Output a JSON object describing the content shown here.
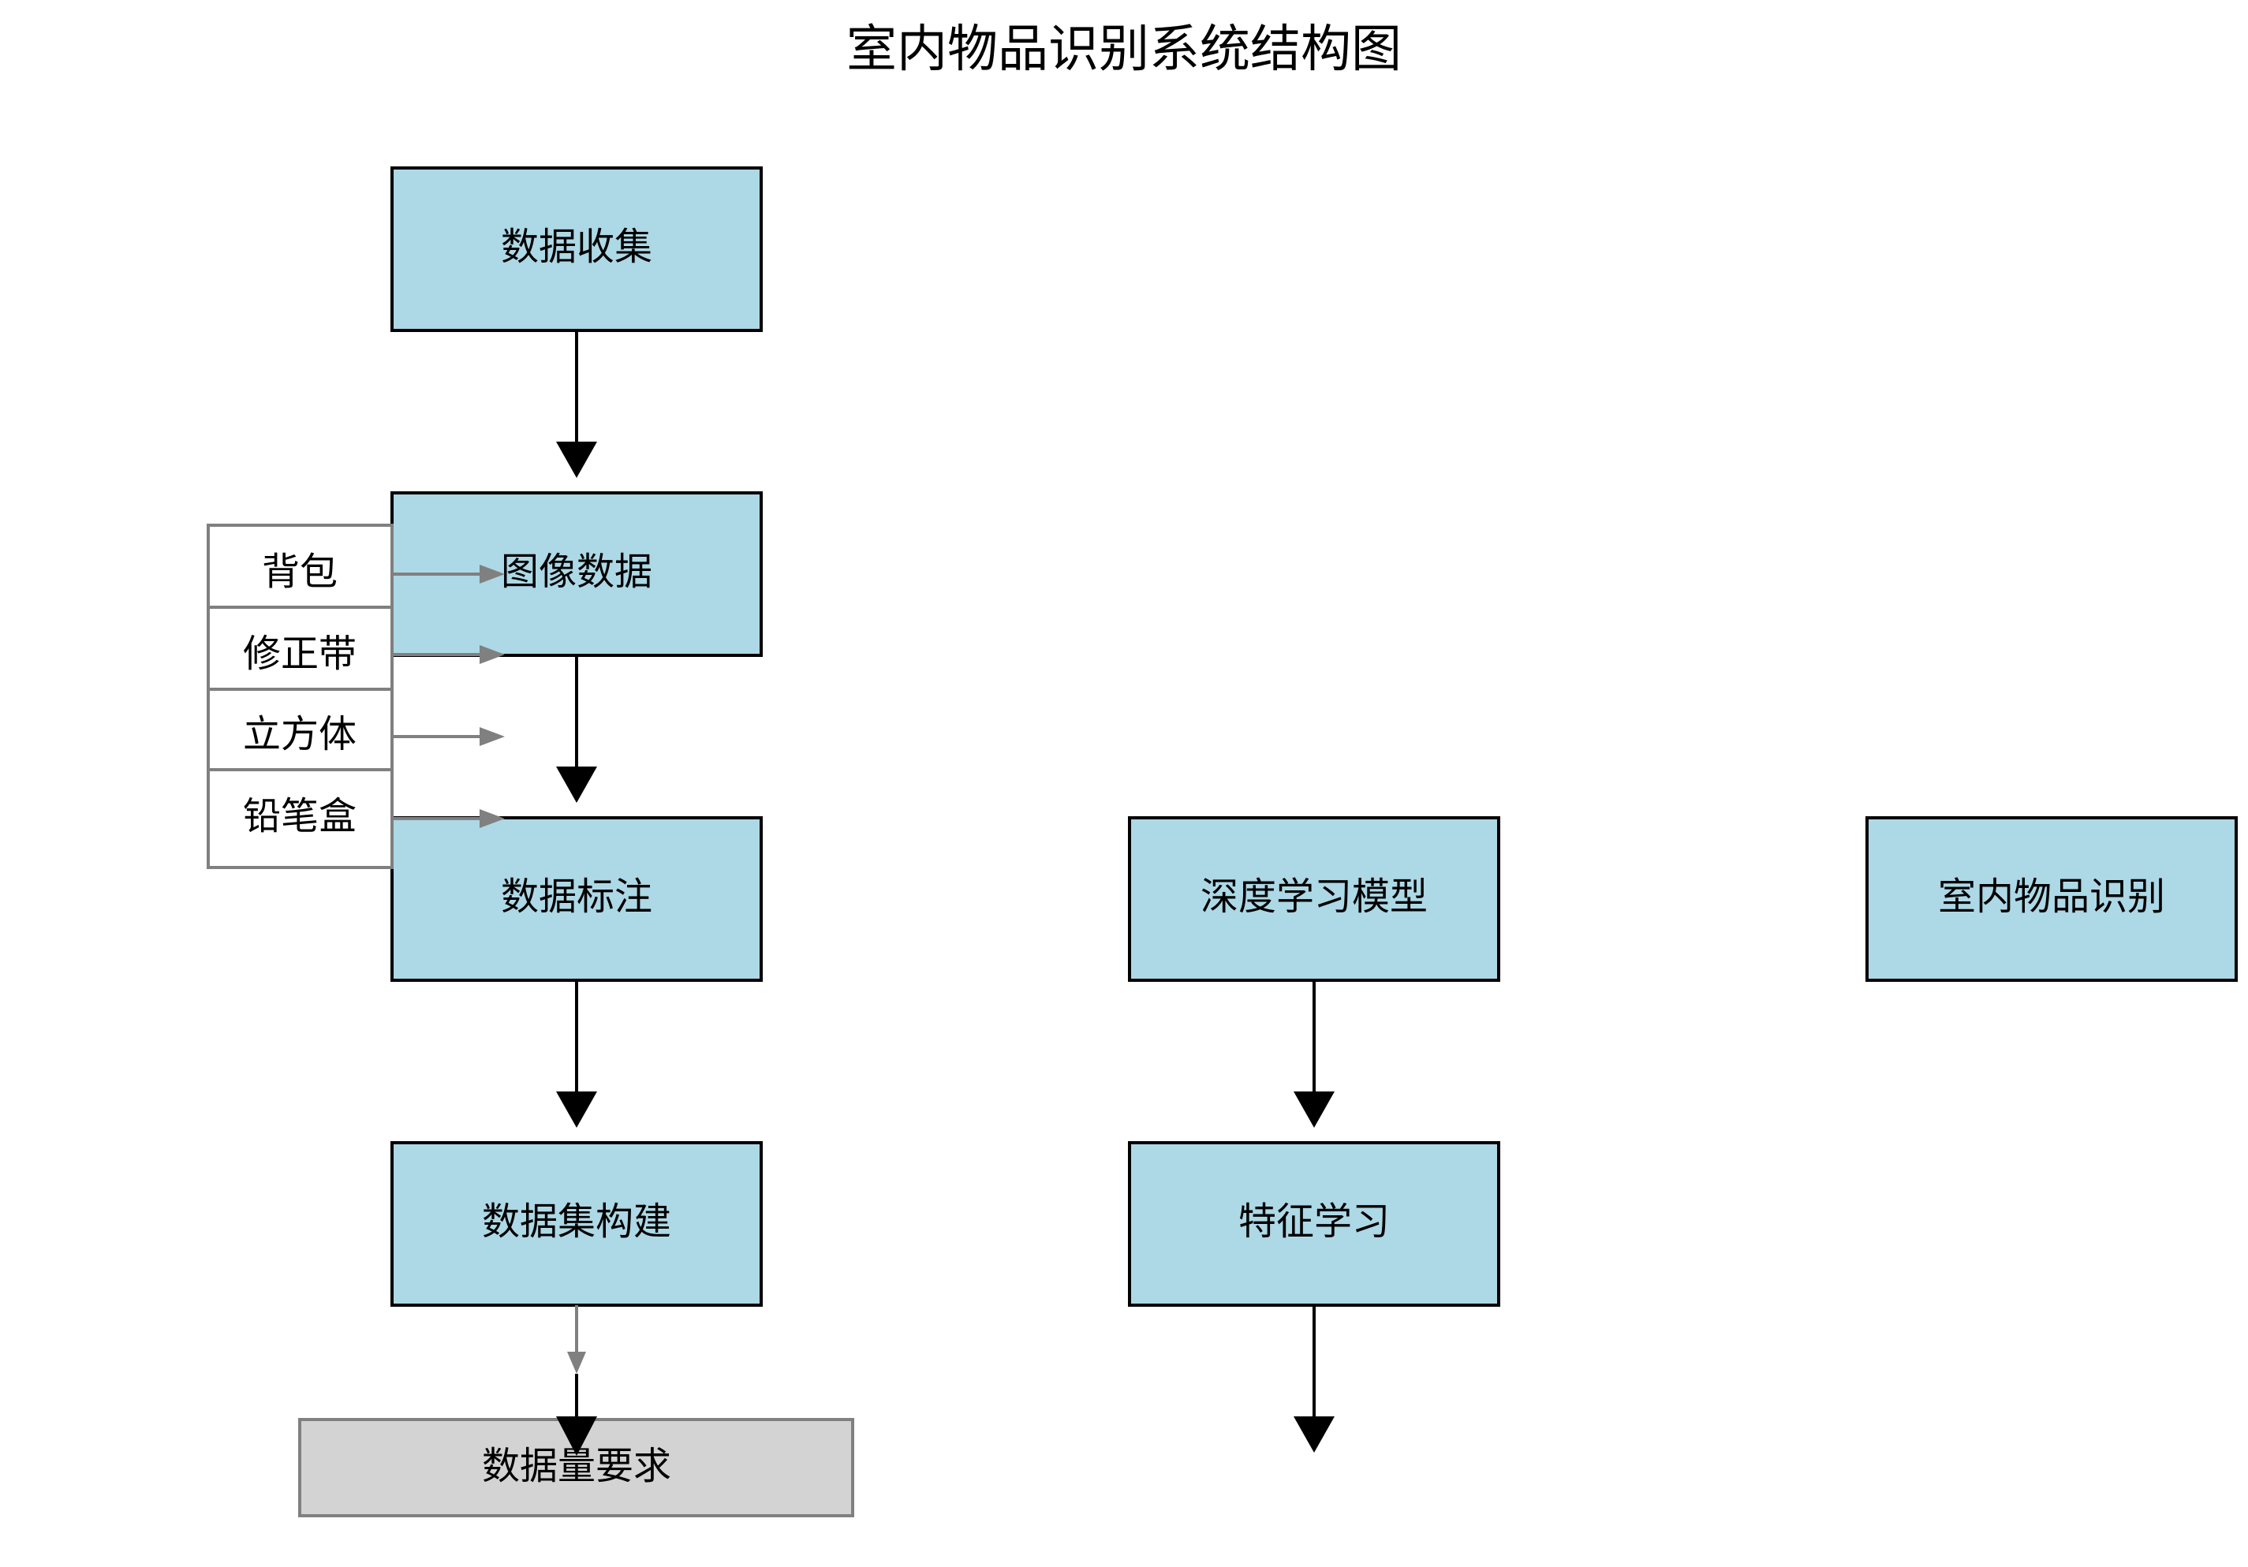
{
  "title": "室内物品识别系统结构图",
  "colors": {
    "node_fill": "#add8e6",
    "node_stroke": "#000000",
    "requirement_fill": "#d3d3d3",
    "requirement_stroke": "#808080",
    "item_fill": "#ffffff",
    "item_stroke": "#808080",
    "main_arrow": "#000000",
    "secondary_arrow": "#808080"
  },
  "nodes": {
    "data_collection": "数据收集",
    "image_data": "图像数据",
    "data_annotation": "数据标注",
    "dataset_building": "数据集构建",
    "data_volume_requirement": "数据量要求",
    "deep_learning_model": "深度学习模型",
    "feature_learning": "特征学习",
    "indoor_object_recognition": "室内物品识别"
  },
  "objects": [
    "背包",
    "修正带",
    "立方体",
    "铅笔盒"
  ]
}
